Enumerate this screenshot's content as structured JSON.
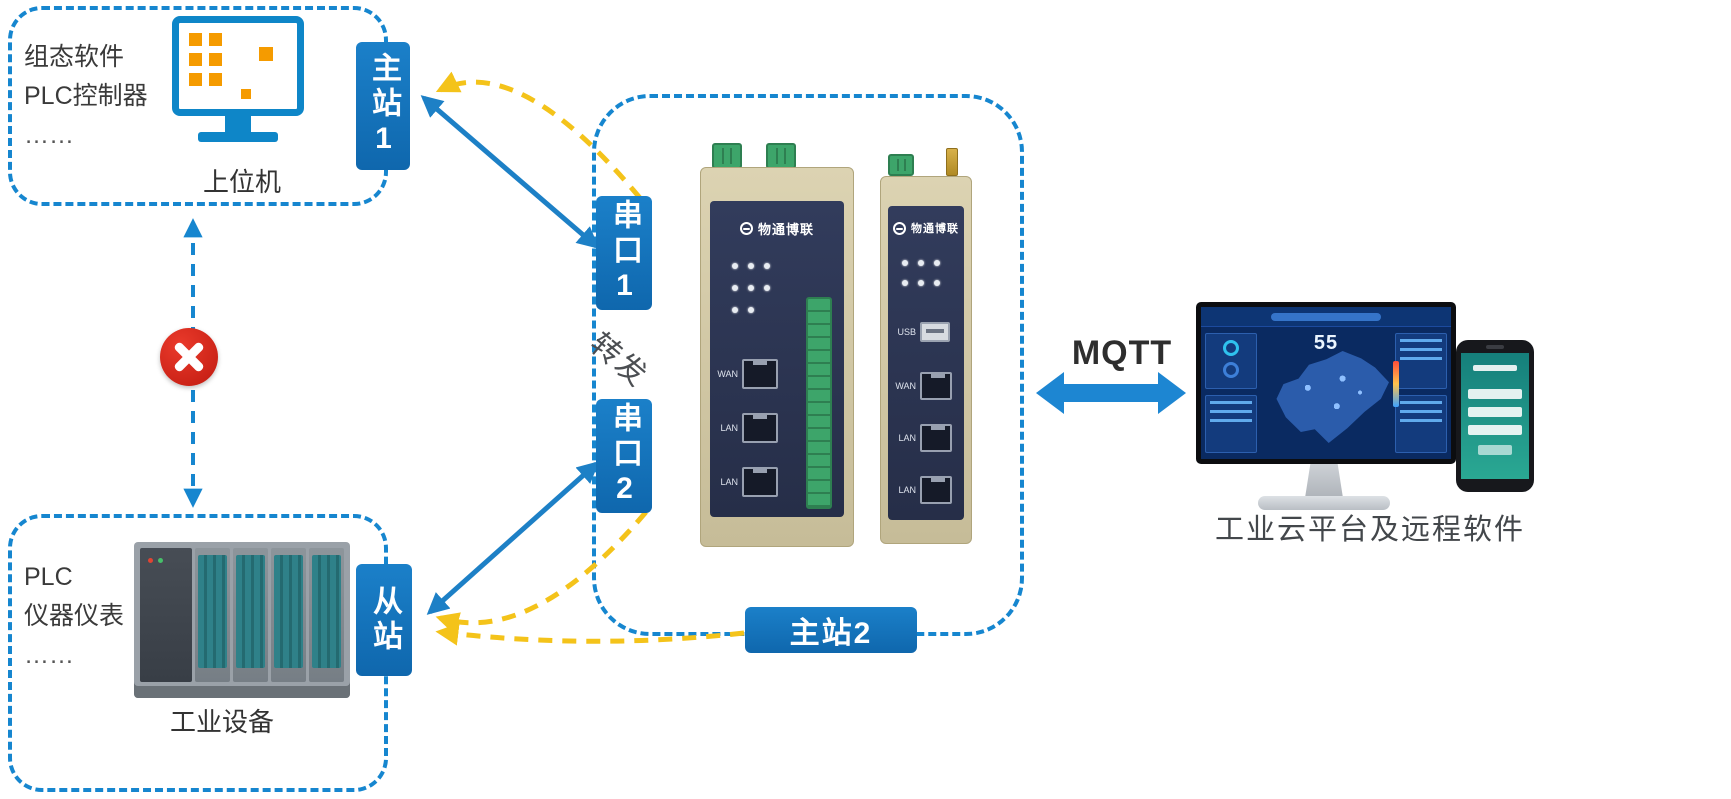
{
  "top_left_box": {
    "line1": "组态软件",
    "line2": "PLC控制器",
    "ellipsis": "……",
    "caption": "上位机"
  },
  "bottom_left_box": {
    "line1": "PLC",
    "line2": "仪器仪表",
    "ellipsis": "……",
    "caption": "工业设备"
  },
  "badges": {
    "master1": "主站1",
    "serial1": "串口1",
    "forward": "转发",
    "serial2": "串口2",
    "slave": "从站",
    "master2": "主站2"
  },
  "mqtt_label": "MQTT",
  "cloud_caption": "工业云平台及远程软件",
  "gateway1": {
    "brand": "物通博联",
    "ports": [
      "WAN",
      "LAN",
      "LAN"
    ]
  },
  "gateway2": {
    "brand": "物通博联",
    "usb_label": "USB",
    "ports": [
      "WAN",
      "LAN",
      "LAN"
    ]
  },
  "dashboard": {
    "device_count": "55"
  },
  "colors": {
    "dashed_border": "#1686cf",
    "badge_blue": "#1274bc",
    "arrow_blue": "#1d80c6",
    "arrow_yellow": "#f4c31a",
    "blocked_red": "#d8251c"
  }
}
